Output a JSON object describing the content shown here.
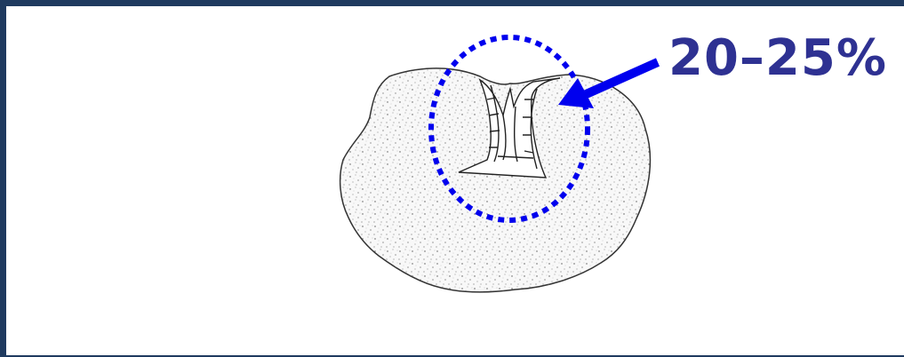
{
  "annotation": {
    "percentage_label": "20–25%",
    "label_color": "#2e3192",
    "highlight_color": "#0000ee",
    "highlight_style": "dotted-ellipse",
    "arrow_color": "#0000ee"
  },
  "illustration": {
    "subject": "stippled-tissue-cross-section",
    "fill_color": "#f7f7f7",
    "outline_color": "#333333"
  },
  "frame": {
    "border_color": "#1f3a5f"
  }
}
